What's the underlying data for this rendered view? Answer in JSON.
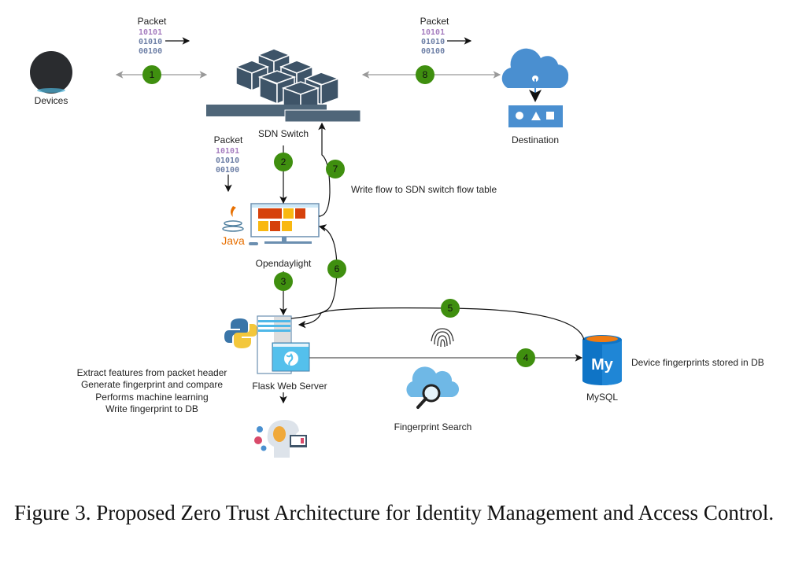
{
  "nodes": {
    "devices": "Devices",
    "sdn_switch": "SDN Switch",
    "destination": "Destination",
    "opendaylight": "Opendaylight",
    "java_logo": "Java",
    "flask": "Flask Web Server",
    "mysql": "MySQL",
    "mysql_logo": "My",
    "fingerprint_search": "Fingerprint Search"
  },
  "packet": {
    "label": "Packet",
    "bits": [
      "10101",
      "01010",
      "00100"
    ]
  },
  "steps": [
    "1",
    "2",
    "3",
    "4",
    "5",
    "6",
    "7",
    "8"
  ],
  "annotations": {
    "write_flow": "Write flow to SDN switch flow table",
    "db_note": "Device fingerprints stored in DB",
    "server_tasks": [
      "Extract features from packet header",
      "Generate fingerprint and compare",
      "Performs machine learning",
      "Write fingerprint to DB"
    ]
  },
  "caption": "Figure 3. Proposed Zero Trust Architecture for Identity Management and Access Control.",
  "colors": {
    "step_badge": "#3f8f0f",
    "switch": "#3e5468",
    "cloud": "#4a8fd0",
    "mysql": "#0f74c6"
  }
}
